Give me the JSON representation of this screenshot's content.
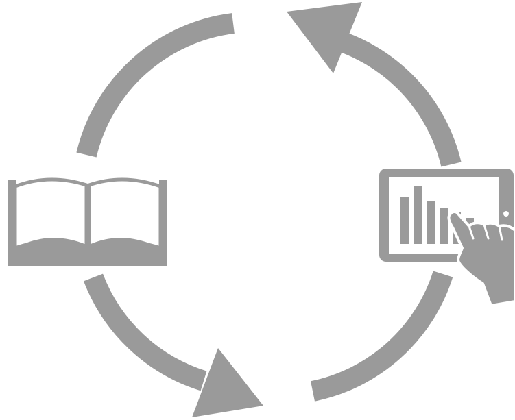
{
  "diagram": {
    "type": "cycle",
    "colors": {
      "icon": "#9a9a9a",
      "background": "#ffffff"
    },
    "nodes": [
      {
        "id": "book",
        "icon": "open-book-icon"
      },
      {
        "id": "tablet",
        "icon": "tablet-chart-touch-icon"
      }
    ],
    "arrows": [
      {
        "name": "arc-top-left",
        "direction": "none"
      },
      {
        "name": "arc-top-right",
        "direction": "counterclockwise",
        "arrowhead": true
      },
      {
        "name": "arc-bottom-left",
        "direction": "counterclockwise",
        "arrowhead": true
      },
      {
        "name": "arc-bottom-right",
        "direction": "none"
      }
    ]
  }
}
